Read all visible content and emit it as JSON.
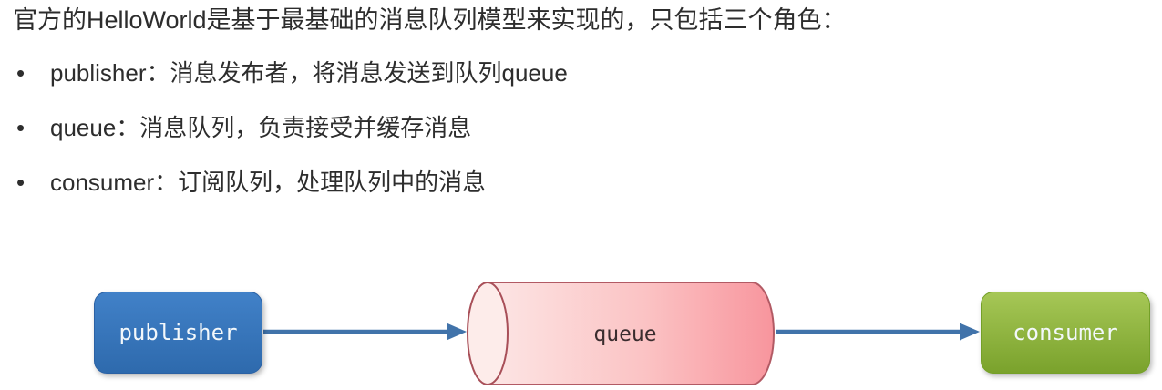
{
  "page": {
    "title": "官方的HelloWorld是基于最基础的消息队列模型来实现的，只包括三个角色："
  },
  "list": {
    "marker": "•",
    "items": [
      {
        "text": "publisher：消息发布者，将消息发送到队列queue"
      },
      {
        "text": "queue：消息队列，负责接受并缓存消息"
      },
      {
        "text": "consumer：订阅队列，处理队列中的消息"
      }
    ]
  },
  "diagram": {
    "publisher_label": "publisher",
    "queue_label": "queue",
    "consumer_label": "consumer",
    "flow": [
      "publisher",
      "queue",
      "consumer"
    ],
    "colors": {
      "publisher_fill": "#3574bc",
      "consumer_fill": "#8db33c",
      "queue_fill_light": "#fce6e5",
      "queue_fill_dark": "#f8959d",
      "queue_border": "#a84f58",
      "arrow": "#4173aa",
      "node_text": "#f3f8fb",
      "queue_text": "#3a2c2e",
      "body_text": "#2d2d2d"
    }
  }
}
